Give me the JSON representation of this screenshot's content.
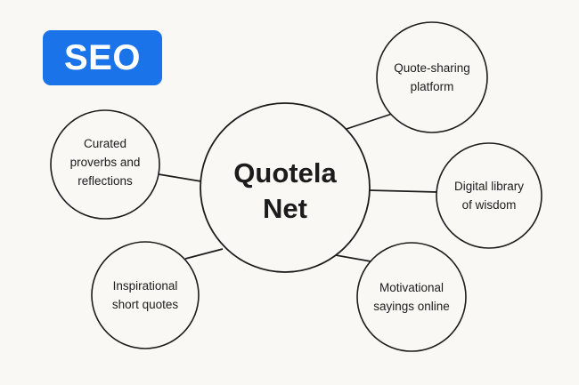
{
  "badge": {
    "label": "SEO",
    "background_color": "#1a73e8",
    "text_color": "#ffffff"
  },
  "canvas": {
    "background_color": "#faf8f4",
    "stroke_color": "#1c1c1c"
  },
  "center_node": {
    "line1": "Quotela",
    "line2": "Net"
  },
  "nodes": [
    {
      "id": "quote-sharing-platform",
      "line1": "Quote-sharing",
      "line2": "platform",
      "line3": ""
    },
    {
      "id": "digital-library-of-wisdom",
      "line1": "Digital library",
      "line2": "of wisdom",
      "line3": ""
    },
    {
      "id": "motivational-sayings-online",
      "line1": "Motivational",
      "line2": "sayings online",
      "line3": ""
    },
    {
      "id": "inspirational-short-quotes",
      "line1": "Inspirational",
      "line2": "short quotes",
      "line3": ""
    },
    {
      "id": "curated-proverbs-and-reflections",
      "line1": "Curated",
      "line2": "proverbs and",
      "line3": "reflections"
    }
  ]
}
